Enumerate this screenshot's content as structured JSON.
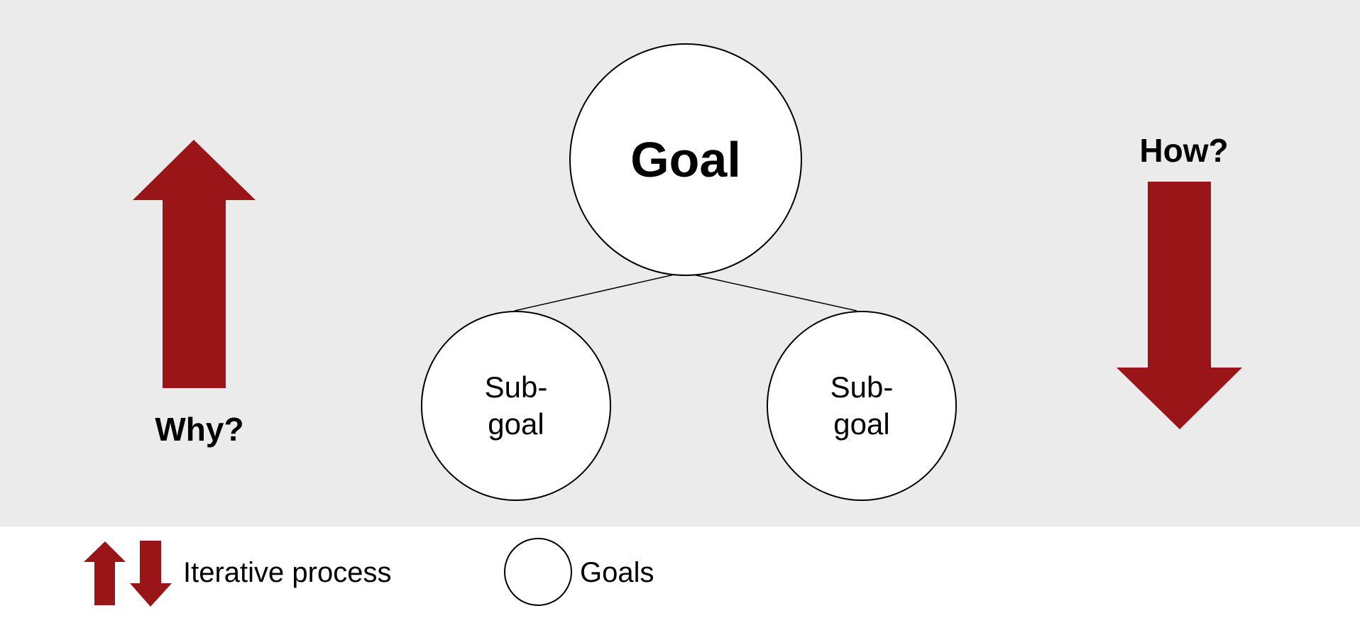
{
  "colors": {
    "panel_background": "#ebebeb",
    "arrow_red": "#9a1518",
    "line_black": "#000000"
  },
  "tree": {
    "goal_label": "Goal",
    "subgoal_left": {
      "line1": "Sub-",
      "line2": "goal"
    },
    "subgoal_right": {
      "line1": "Sub-",
      "line2": "goal"
    }
  },
  "annotations": {
    "why_label": "Why?",
    "how_label": "How?"
  },
  "legend": {
    "iterative_label": "Iterative process",
    "goals_label": "Goals"
  }
}
